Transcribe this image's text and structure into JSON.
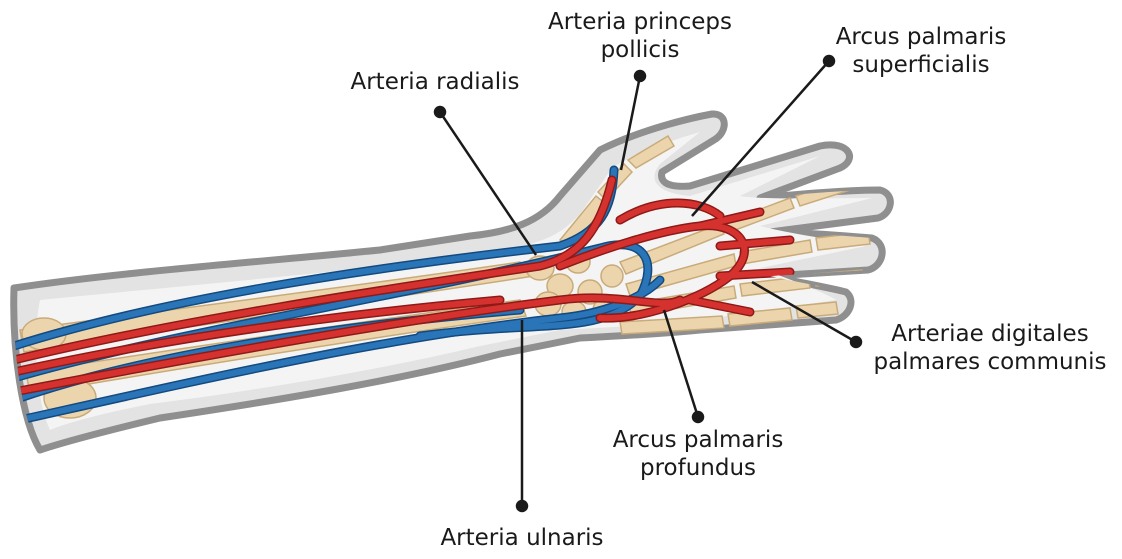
{
  "labels": {
    "princeps": {
      "line1": "Arteria princeps",
      "line2": "pollicis"
    },
    "superficialis": {
      "line1": "Arcus palmaris",
      "line2": "superficialis"
    },
    "radialis": {
      "line1": "Arteria radialis"
    },
    "digitales": {
      "line1": "Arteriae digitales",
      "line2": "palmares communis"
    },
    "profundus": {
      "line1": "Arcus palmaris",
      "line2": "profundus"
    },
    "ulnaris": {
      "line1": "Arteria ulnaris"
    }
  },
  "colors": {
    "skin_outline": "#8f8f8f",
    "skin_fill": "#e3e3e3",
    "skin_inner": "#f4f4f4",
    "bone": "#ecd5ad",
    "bone_edge": "#c9ab7a",
    "artery": "#d5322f",
    "artery_dark": "#8e1a18",
    "vein": "#2a74b8",
    "vein_dark": "#134a7f",
    "leader": "#1a1a1a"
  }
}
